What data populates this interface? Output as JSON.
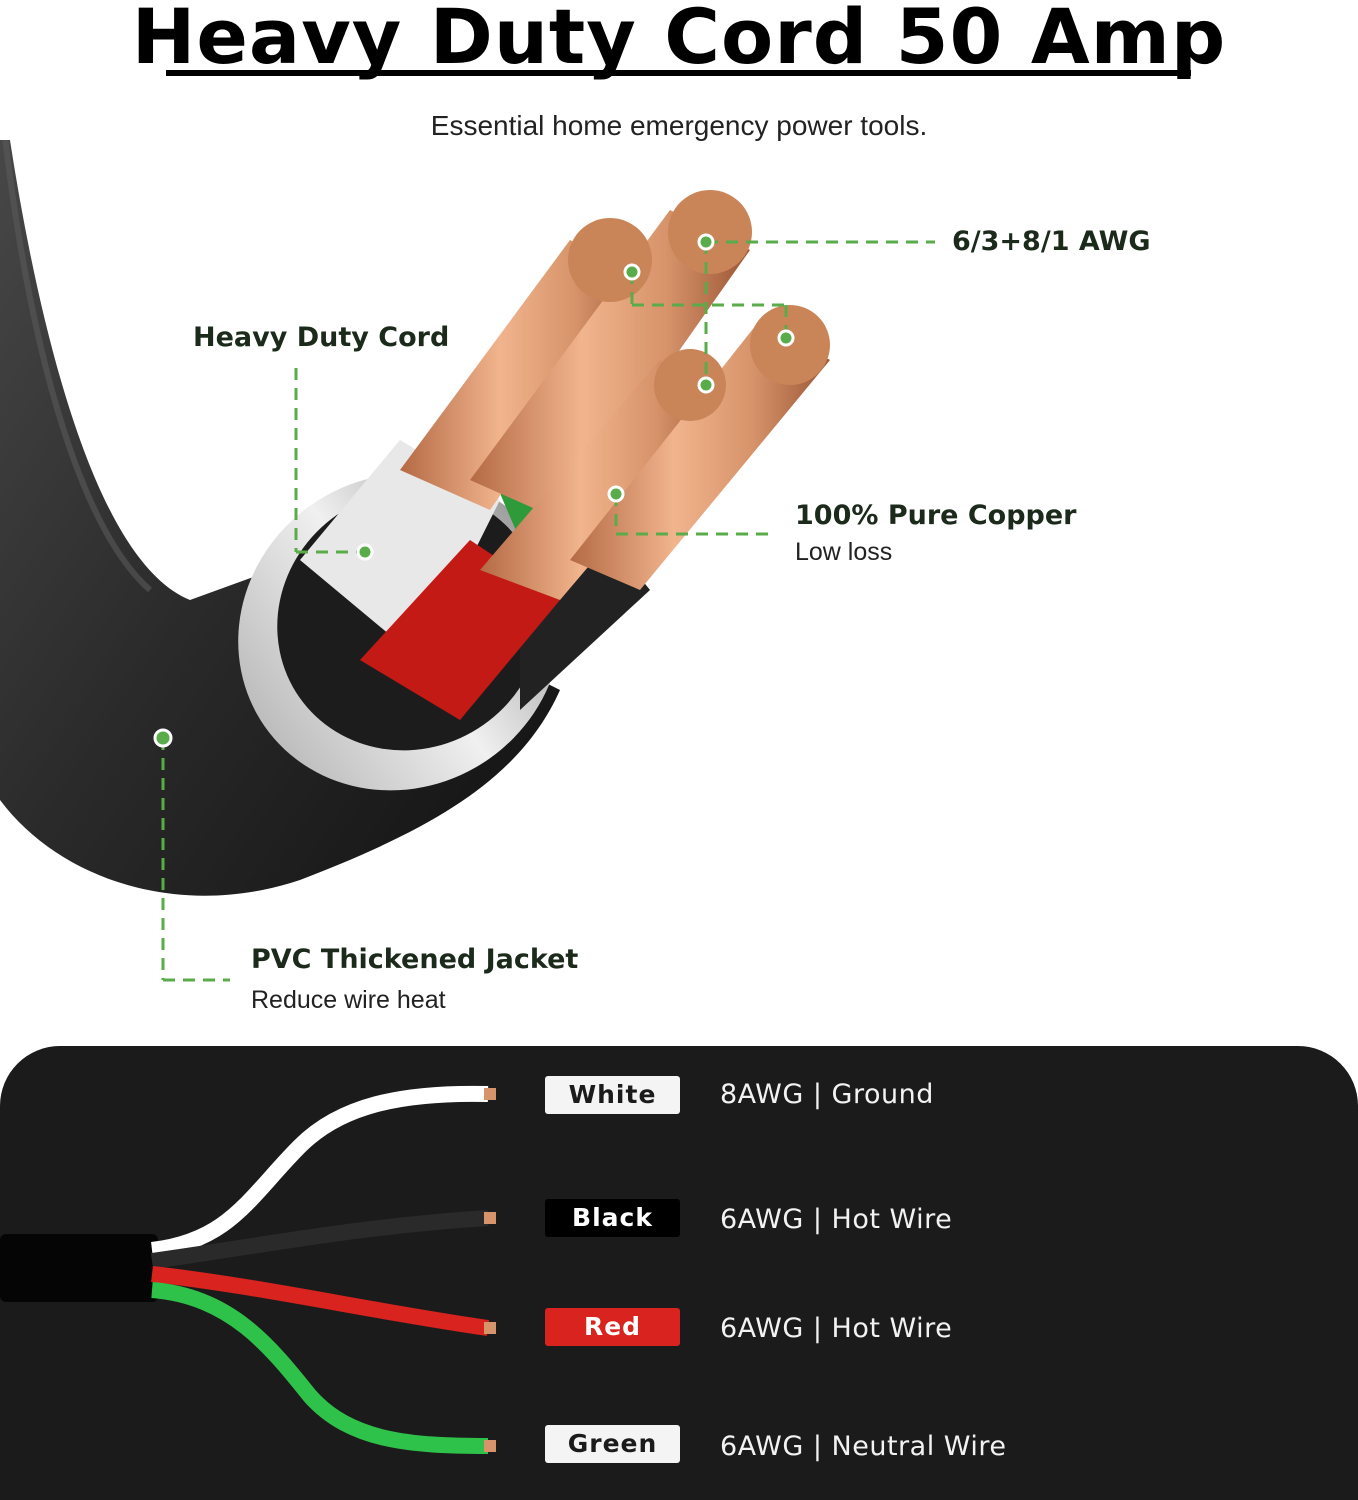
{
  "header": {
    "title": "Heavy Duty Cord 50 Amp",
    "subtitle": "Essential home emergency power tools."
  },
  "callouts": {
    "awg": {
      "title": "6/3+8/1 AWG"
    },
    "cord": {
      "title": "Heavy Duty Cord"
    },
    "copper": {
      "title": "100% Pure Copper",
      "subtitle": "Low loss"
    },
    "jacket": {
      "title": "PVC Thickened Jacket",
      "subtitle": "Reduce wire heat"
    }
  },
  "colors": {
    "accent_green": "#5aab4a",
    "panel_bg": "#1b1b1b",
    "white_wire": "#ffffff",
    "black_wire": "#2a2a2a",
    "red_wire": "#d8231e",
    "green_wire": "#2fc24a",
    "copper": "#d7936a"
  },
  "wires": [
    {
      "color_label": "White",
      "spec": "8AWG | Ground",
      "badge_bg": "#f4f4f4",
      "badge_fg": "#1b1b1b"
    },
    {
      "color_label": "Black",
      "spec": "6AWG | Hot Wire",
      "badge_bg": "#000000",
      "badge_fg": "#ffffff"
    },
    {
      "color_label": "Red",
      "spec": "6AWG | Hot Wire",
      "badge_bg": "#d8231e",
      "badge_fg": "#ffffff"
    },
    {
      "color_label": "Green",
      "spec": "6AWG | Neutral Wire",
      "badge_bg": "#f4f4f4",
      "badge_fg": "#1b1b1b"
    }
  ]
}
